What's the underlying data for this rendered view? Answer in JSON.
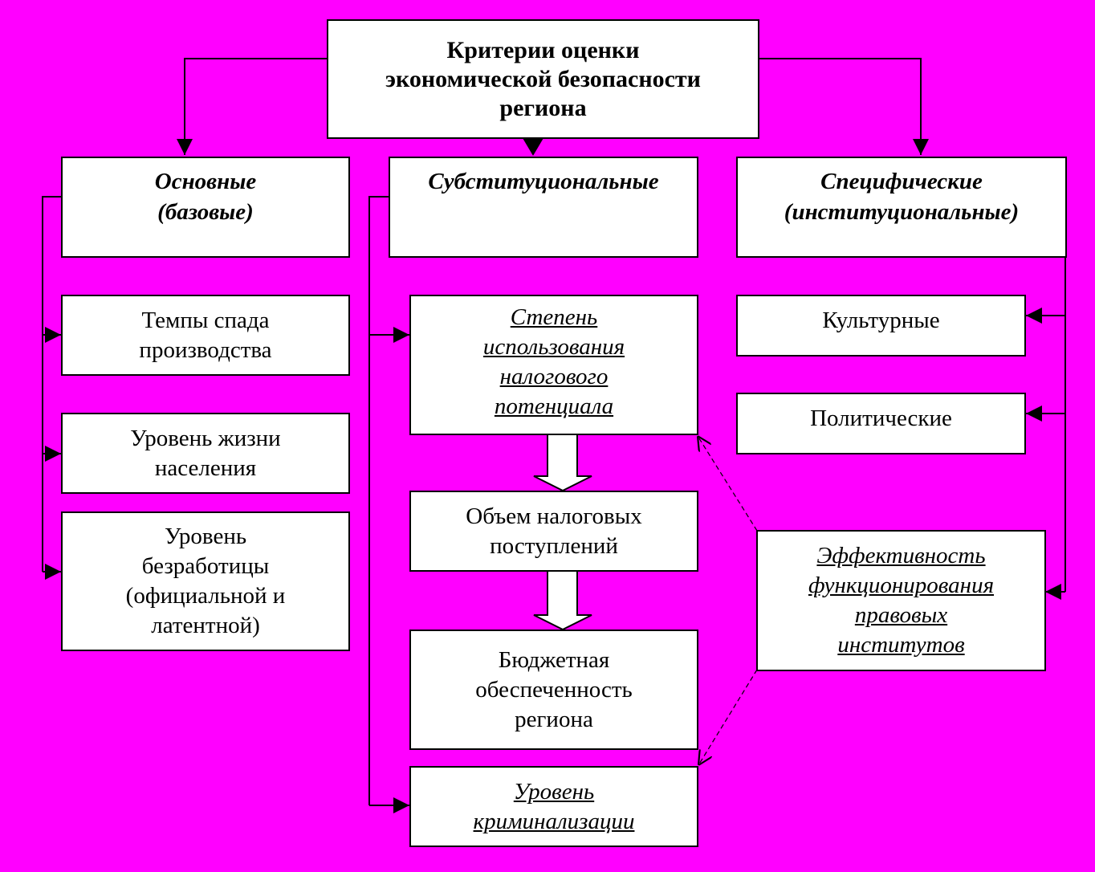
{
  "root": {
    "lines": [
      "Критерии оценки",
      "экономической безопасности",
      "региона"
    ]
  },
  "categories": {
    "basic": {
      "lines": [
        "Основные",
        "(базовые)"
      ]
    },
    "substitutional": {
      "lines": [
        "Субституциональные"
      ]
    },
    "specific": {
      "lines": [
        "Специфические",
        "(институциональные)"
      ]
    }
  },
  "basic_items": [
    {
      "lines": [
        "Темпы спада",
        "производства"
      ]
    },
    {
      "lines": [
        "Уровень жизни",
        "населения"
      ]
    },
    {
      "lines": [
        "Уровень",
        "безработицы",
        "(официальной и",
        "латентной)"
      ]
    }
  ],
  "substitutional_items": [
    {
      "lines": [
        "Степень",
        "использования",
        "налогового",
        "потенциала"
      ]
    },
    {
      "lines": [
        "Объем налоговых",
        "поступлений"
      ]
    },
    {
      "lines": [
        "Бюджетная",
        "обеспеченность",
        "региона"
      ]
    },
    {
      "lines": [
        "Уровень",
        "криминализации"
      ]
    }
  ],
  "specific_items": [
    {
      "lines": [
        "Культурные"
      ]
    },
    {
      "lines": [
        "Политические"
      ]
    },
    {
      "lines": [
        "Эффективность",
        "функционирования",
        "правовых",
        "институтов"
      ]
    }
  ],
  "colors": {
    "background": "#ff00ff",
    "box": "#ffffff",
    "line": "#000000"
  }
}
